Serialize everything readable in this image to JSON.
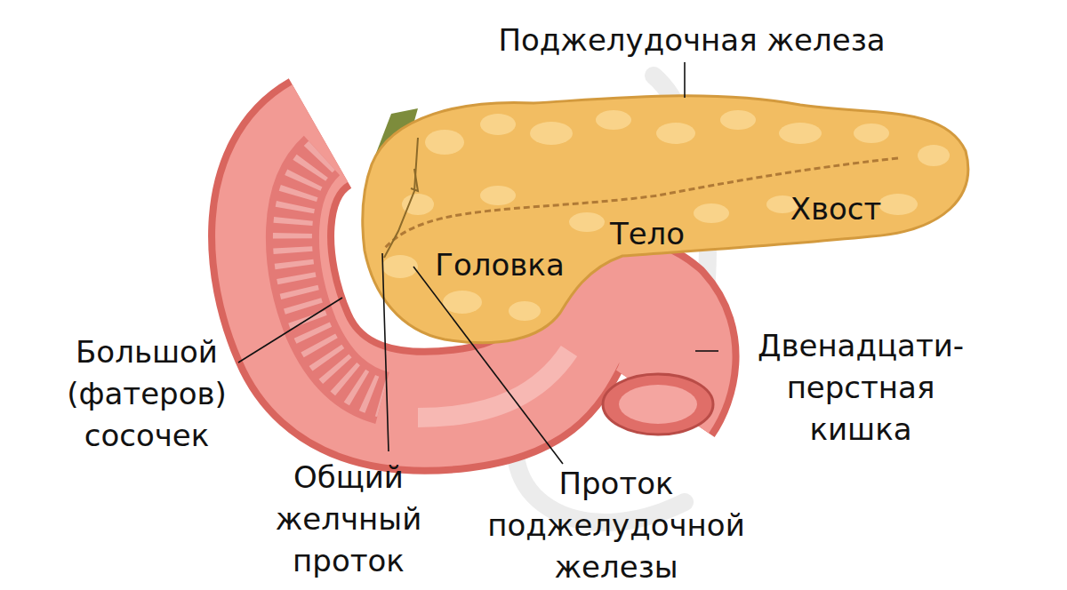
{
  "diagram": {
    "labels": [
      "Поджелудочная железа",
      "Хвост",
      "Тело",
      "Головка",
      "Большой (фатеров) сосочек",
      "Двенадцати- перстная кишка",
      "Общий желчный проток",
      "Проток поджелудочной железы"
    ]
  }
}
